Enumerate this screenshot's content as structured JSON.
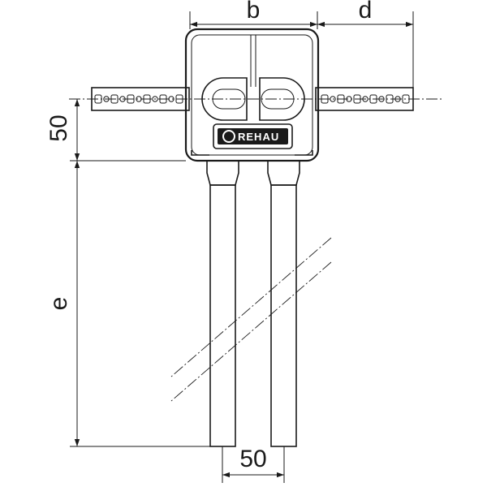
{
  "dimensions": {
    "b": "b",
    "d": "d",
    "height_top": "50",
    "e": "e",
    "pipe_spacing": "50"
  },
  "logo": {
    "brand": "REHAU"
  }
}
